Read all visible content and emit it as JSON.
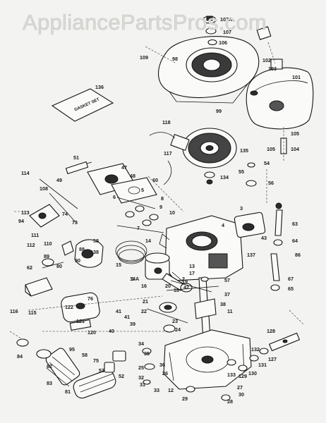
{
  "watermark": "AppliancePartsPros.com",
  "gasket_set_label": "GASKET SET",
  "callouts": [
    "107A",
    "107",
    "106",
    "109",
    "98",
    "102",
    "103",
    "101",
    "136",
    "99",
    "118",
    "105",
    "104",
    "117",
    "135",
    "51",
    "47",
    "48",
    "55",
    "54",
    "56",
    "114",
    "49",
    "108",
    "134",
    "60",
    "5",
    "6",
    "8",
    "9",
    "10",
    "113",
    "94",
    "74",
    "73",
    "3",
    "63",
    "64",
    "43",
    "137",
    "86",
    "7",
    "14",
    "4",
    "58",
    "111",
    "112",
    "110",
    "88",
    "89",
    "90",
    "80",
    "62",
    "138",
    "15",
    "1",
    "2",
    "13",
    "17",
    "57",
    "67",
    "65",
    "14A",
    "16",
    "18",
    "19",
    "20",
    "21",
    "22",
    "23",
    "24",
    "37",
    "38",
    "11",
    "116",
    "115",
    "122",
    "76",
    "121",
    "120",
    "39",
    "40",
    "41",
    "41",
    "42",
    "128",
    "84",
    "95",
    "58",
    "75",
    "34",
    "35",
    "132",
    "133",
    "127",
    "131",
    "129",
    "130",
    "53",
    "36",
    "52",
    "82",
    "83",
    "25",
    "26",
    "27",
    "28",
    "29",
    "30",
    "31",
    "32",
    "33",
    "81",
    "12"
  ]
}
